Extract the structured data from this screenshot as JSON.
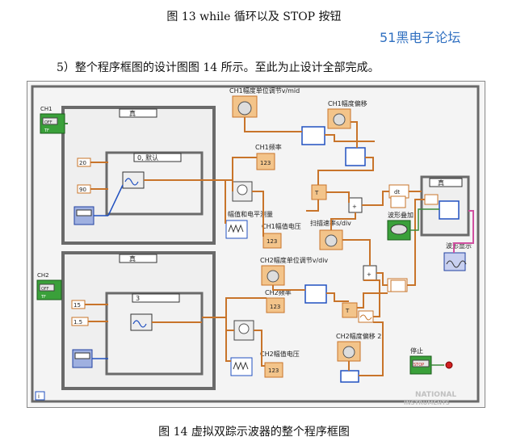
{
  "doc": {
    "caption_top": "图 13 while 循环以及 STOP 按钮",
    "site_mark": "51黑电子论坛",
    "paragraph": "5）整个程序框图的设计图图 14 所示。至此为止设计全部完成。",
    "caption_bottom": "图 14  虚拟双踪示波器的整个程序框图"
  },
  "diagram": {
    "ch1": {
      "label": "CH1",
      "switch": "OFF",
      "bool": "TF"
    },
    "ch2": {
      "label": "CH2",
      "switch": "OFF",
      "bool": "TF"
    },
    "case_true_top": "真",
    "case_true_bottom": "真",
    "case_true_right": "真",
    "inner_case_top": "0, 默认",
    "inner_case_bottom": "3",
    "const_top_1": "20",
    "const_top_2": "90",
    "const_bottom_1": "15",
    "const_bottom_2": "1.5",
    "ch1_amp_label": "CH1幅度单位调节v/mid",
    "ch1_offset_label": "CH1幅度偏移",
    "ch1_freq_label": "CH1频率",
    "ch1_freq_value": "123",
    "measure_label": "幅值和电平测量",
    "ch1_peak_label": "CH1幅值电压",
    "ch1_peak_value": "123",
    "sweep_label": "扫描速率s/div",
    "wave_add_label": "波形叠加",
    "wave_display_label": "波形显示",
    "ch2_amp_label": "CH2幅度单位调节v/div",
    "ch2_freq_label": "CH2频率",
    "ch2_freq_value": "123",
    "ch2_peak_label": "CH2幅值电压",
    "ch2_peak_value": "123",
    "ch2_offset_label": "CH2幅度偏移 2",
    "stop_label": "停止",
    "stop_button": "STOP",
    "loop_icon": "i",
    "watermark_line1": "NATIONAL",
    "watermark_line2": "INSTRUMENTS",
    "dt": "dt"
  },
  "colors": {
    "wire_orange": "#c8742a",
    "wire_blue": "#3050c0",
    "wire_pink": "#d050a0",
    "wire_green": "#3a8a3a",
    "frame_gray": "#6a6a6a",
    "bool_green": "#2a8a2a",
    "stop_red": "#d02020",
    "site_blue": "#2f6fc0"
  }
}
